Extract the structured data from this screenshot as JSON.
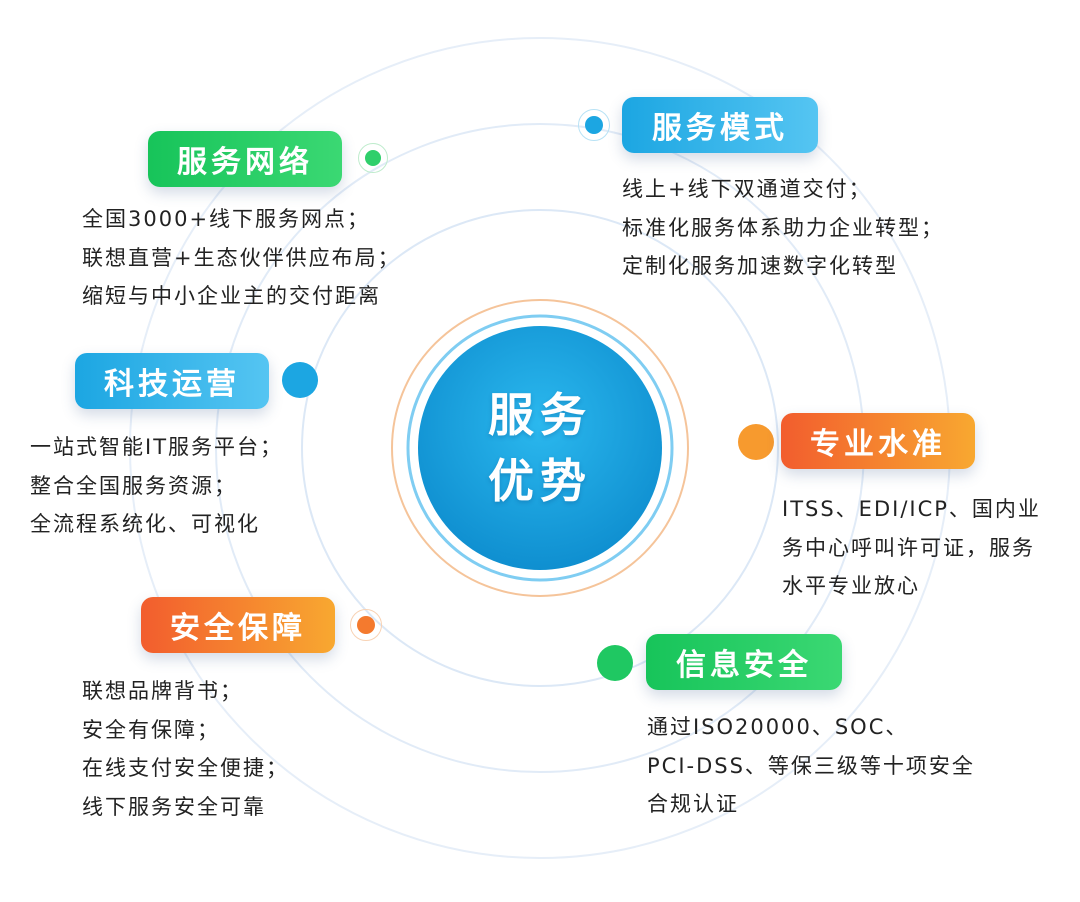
{
  "center": {
    "line1": "服务",
    "line2": "优势"
  },
  "sections": [
    {
      "id": "network",
      "title": "服务网络",
      "theme": "green",
      "lines": [
        "全国3000+线下服务网点；",
        "联想直营+生态伙伴供应布局；",
        "缩短与中小企业主的交付距离"
      ]
    },
    {
      "id": "mode",
      "title": "服务模式",
      "theme": "blue",
      "lines": [
        "线上+线下双通道交付；",
        "标准化服务体系助力企业转型；",
        "定制化服务加速数字化转型"
      ]
    },
    {
      "id": "tech",
      "title": "科技运营",
      "theme": "blue",
      "lines": [
        "一站式智能IT服务平台；",
        "整合全国服务资源；",
        "全流程系统化、可视化"
      ]
    },
    {
      "id": "pro",
      "title": "专业水准",
      "theme": "orange",
      "lines": [
        "ITSS、EDI/ICP、国内业",
        "务中心呼叫许可证，服务",
        "水平专业放心"
      ]
    },
    {
      "id": "safe",
      "title": "安全保障",
      "theme": "orange",
      "lines": [
        "联想品牌背书；",
        "安全有保障；",
        "在线支付安全便捷；",
        "线下服务安全可靠"
      ]
    },
    {
      "id": "info",
      "title": "信息安全",
      "theme": "green",
      "lines": [
        "通过ISO20000、SOC、",
        "PCI-DSS、等保三级等十项安全",
        "合规认证"
      ]
    }
  ],
  "colors": {
    "green": "#1fc862",
    "blue": "#1ca6e2",
    "orange": "#f47a2e",
    "ring": "#dbe8f6",
    "center_fill": "#1aa3e0"
  }
}
